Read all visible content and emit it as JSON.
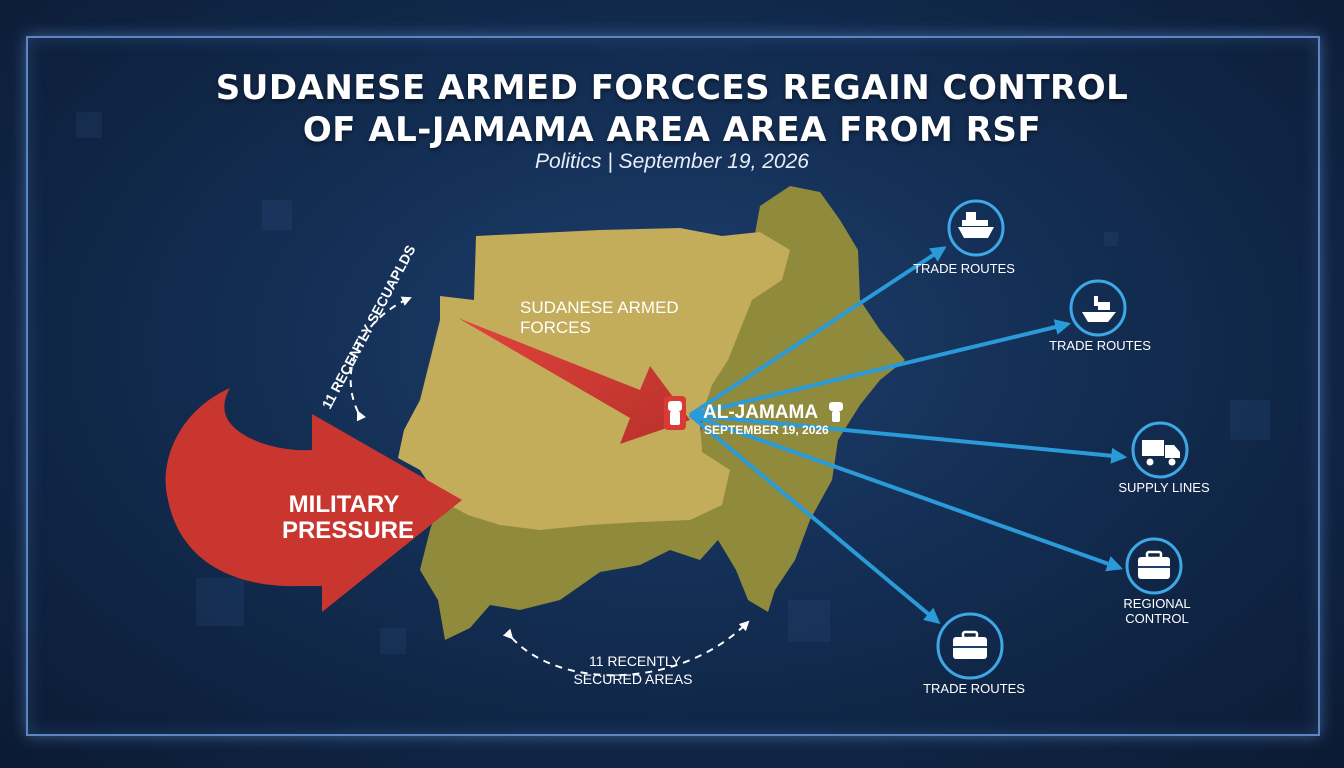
{
  "header": {
    "title_line1": "SUDANESE ARMED FORCCES REGAIN CONTROL",
    "title_line2": "OF AL-JAMAMA AREA  AREA FROM RSF",
    "subtitle": "Politics | September 19, 2026"
  },
  "map": {
    "region_label_line1": "SUDANESE ARMED",
    "region_label_line2": "FORCES",
    "location_name": "AL-JAMAMA",
    "location_date": "SEPTEMBER 19, 2026",
    "pressure_line1": "MILITARY",
    "pressure_line2": "PRESSURE",
    "arc_left_text": "11 RECENTLY SECUAPLDS",
    "arc_bottom_line1": "11 RECENTLY",
    "arc_bottom_line2": "SECURED AREAS"
  },
  "routes": [
    {
      "label_line1": "TRADE ROUTES",
      "label_line2": "",
      "icon": "ship-icon"
    },
    {
      "label_line1": "TRADE ROUTES",
      "label_line2": "",
      "icon": "boat-icon"
    },
    {
      "label_line1": "SUPPLY LINES",
      "label_line2": "",
      "icon": "truck-icon"
    },
    {
      "label_line1": "REGIONAL",
      "label_line2": "CONTROL",
      "icon": "briefcase-icon"
    },
    {
      "label_line1": "TRADE ROUTES",
      "label_line2": "",
      "icon": "briefcase-icon"
    }
  ],
  "colors": {
    "map_light": "#c4ad5a",
    "map_dark": "#8f8a3c",
    "arrow_red": "#d93a33",
    "route_blue": "#2a9ad8",
    "icon_ring": "#3ea8e6"
  }
}
